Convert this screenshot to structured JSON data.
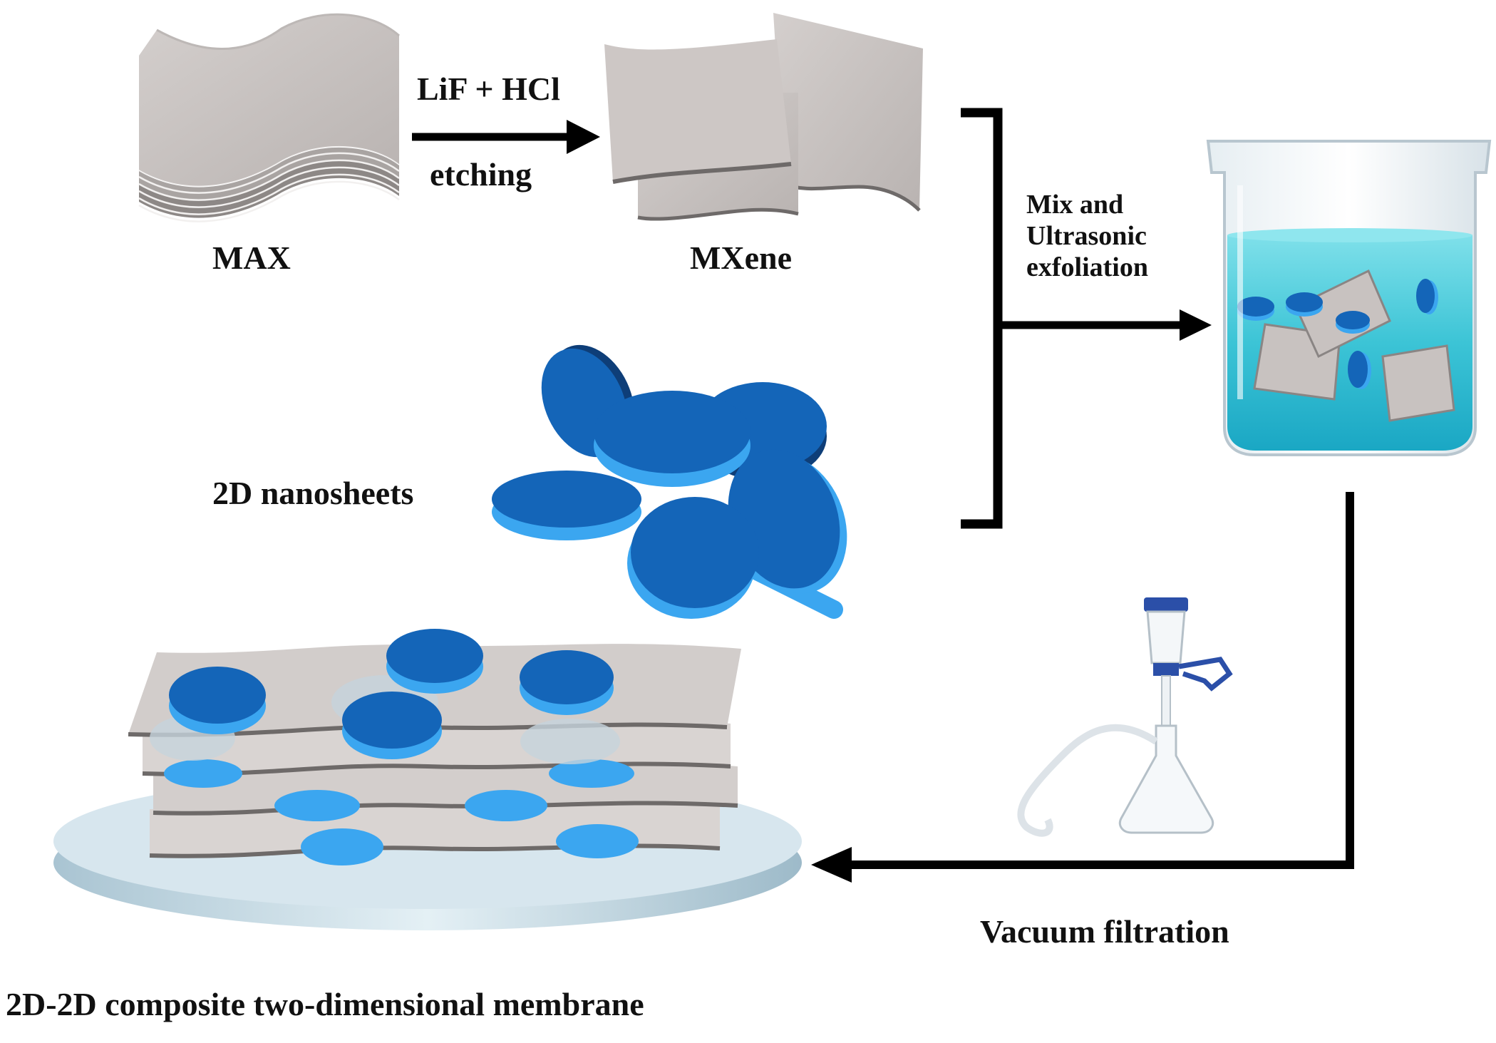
{
  "labels": {
    "max": "MAX",
    "mxene": "MXene",
    "etchant": "LiF + HCl",
    "etching": "etching",
    "nanosheets": "2D nanosheets",
    "mix_line1": "Mix and",
    "mix_line2": "Ultrasonic",
    "mix_line3": "exfoliation",
    "vacuum": "Vacuum filtration",
    "membrane": "2D-2D composite two-dimensional membrane"
  },
  "colors": {
    "mxene_sheet": "#c8c2c0",
    "mxene_edge": "#6e6a69",
    "disc_top": "#1465b8",
    "disc_side": "#3ba6f0",
    "liquid": "#3cc4d6",
    "arrow": "#000000",
    "substrate": "#c7dde8"
  },
  "icons": [
    "beaker-icon",
    "vacuum-filter-flask-icon",
    "mxene-stack-icon",
    "mxene-flakes-icon",
    "nanosheet-discs-icon",
    "membrane-stack-icon"
  ]
}
